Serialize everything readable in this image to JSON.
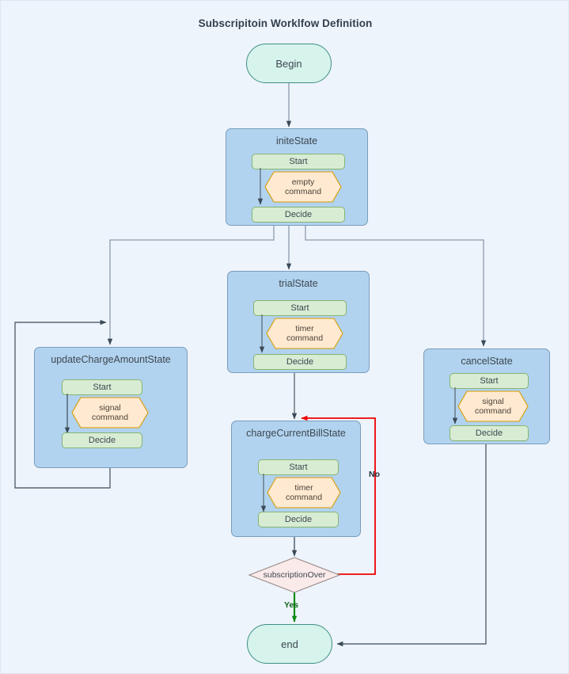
{
  "diagram": {
    "title": "Subscripitoin Worklfow Definition",
    "background": "#eef4fc",
    "colors": {
      "state_fill": "#b1d3ef",
      "state_stroke": "#7a9cba",
      "process_fill": "#d8ecd4",
      "process_stroke": "#86b470",
      "command_fill": "#ffe9d1",
      "command_stroke": "#d79b00",
      "terminator_fill": "#d6f3ec",
      "terminator_stroke": "#3f8f84",
      "decision_fill": "#fbeaea",
      "decision_stroke": "#9a8d8d",
      "edge_default": "#445463",
      "edge_no": "#ee0000",
      "edge_yes": "#0e8a14"
    },
    "terminators": {
      "begin": "Begin",
      "end": "end"
    },
    "inner_labels": {
      "start": "Start",
      "decide": "Decide"
    },
    "states": [
      {
        "id": "initeState",
        "title": "initeState",
        "start": "Start",
        "command": "empty\ncommand",
        "command_kind": "empty",
        "decide": "Decide"
      },
      {
        "id": "trialState",
        "title": "trialState",
        "start": "Start",
        "command": "timer\ncommand",
        "command_kind": "timer",
        "decide": "Decide"
      },
      {
        "id": "updateChargeAmountState",
        "title": "updateChargeAmountState",
        "start": "Start",
        "command": "signal\ncommand",
        "command_kind": "signal",
        "decide": "Decide"
      },
      {
        "id": "cancelState",
        "title": "cancelState",
        "start": "Start",
        "command": "signal\ncommand",
        "command_kind": "signal",
        "decide": "Decide"
      },
      {
        "id": "chargeCurrentBillState",
        "title": "chargeCurrentBillState",
        "start": "Start",
        "command": "timer\ncommand",
        "command_kind": "timer",
        "decide": "Decide"
      }
    ],
    "decision": {
      "id": "subscriptionOver",
      "label": "subscriptionOver"
    },
    "edge_labels": {
      "no": "No",
      "yes": "Yes"
    }
  }
}
